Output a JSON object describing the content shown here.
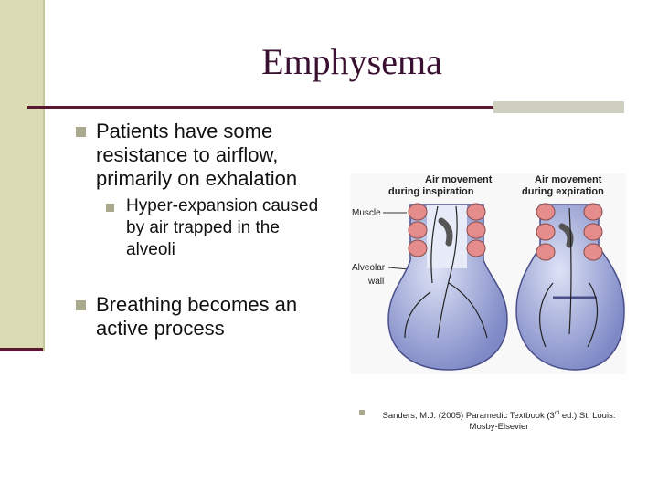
{
  "slide": {
    "title": "Emphysema",
    "bullets": [
      "Patients have some resistance to airflow, primarily on exhalation",
      "Breathing becomes an active process"
    ],
    "sub_bullets": [
      "Hyper-expansion caused by air trapped in the alveoli"
    ],
    "diagram": {
      "label_inspiration": "Air movement during inspiration",
      "label_expiration": "Air movement during expiration",
      "label_muscle": "Muscle",
      "label_alveolar_wall": "Alveolar wall"
    },
    "reference": {
      "before": "Sanders, M.J. (2005) Paramedic Textbook (3",
      "sup": "rd",
      "after": " ed.) St. Louis: Mosby-Elsevier"
    }
  }
}
